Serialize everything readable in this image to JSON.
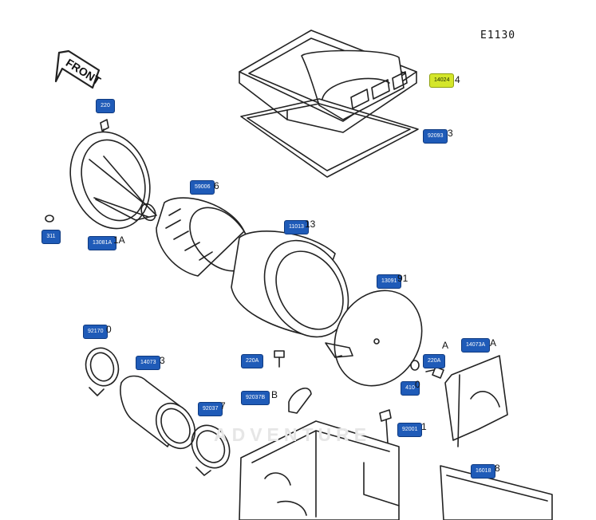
{
  "diagram": {
    "ref_code": "E1130",
    "front_label": "FRONT",
    "watermark": "ADVENTURE",
    "colors": {
      "tag_bg": "#1f5bb8",
      "tag_highlight": "#d4e62a",
      "line": "#222222"
    }
  },
  "parts": [
    {
      "id": "p1",
      "tag": "220",
      "suffix": ""
    },
    {
      "id": "p2",
      "tag": "311",
      "suffix": ""
    },
    {
      "id": "p3",
      "tag": "13081A",
      "suffix": "1A"
    },
    {
      "id": "p4",
      "tag": "14024",
      "suffix": "4",
      "highlighted": true
    },
    {
      "id": "p5",
      "tag": "92093",
      "suffix": "3"
    },
    {
      "id": "p6",
      "tag": "59006",
      "suffix": "6"
    },
    {
      "id": "p7",
      "tag": "11013",
      "suffix": "13"
    },
    {
      "id": "p8",
      "tag": "13091",
      "suffix": "91"
    },
    {
      "id": "p9",
      "tag": "92170",
      "suffix": "0"
    },
    {
      "id": "p10",
      "tag": "14073",
      "suffix": "3"
    },
    {
      "id": "p11",
      "tag": "220A",
      "suffix": ""
    },
    {
      "id": "p12",
      "tag": "220A",
      "suffix": "A"
    },
    {
      "id": "p13",
      "tag": "14073A",
      "suffix": "A"
    },
    {
      "id": "p14",
      "tag": "410",
      "suffix": "0"
    },
    {
      "id": "p15",
      "tag": "92037B",
      "suffix": "B"
    },
    {
      "id": "p16",
      "tag": "92037",
      "suffix": "7"
    },
    {
      "id": "p17",
      "tag": "92001",
      "suffix": "1"
    },
    {
      "id": "p18",
      "tag": "16018",
      "suffix": "8"
    }
  ]
}
